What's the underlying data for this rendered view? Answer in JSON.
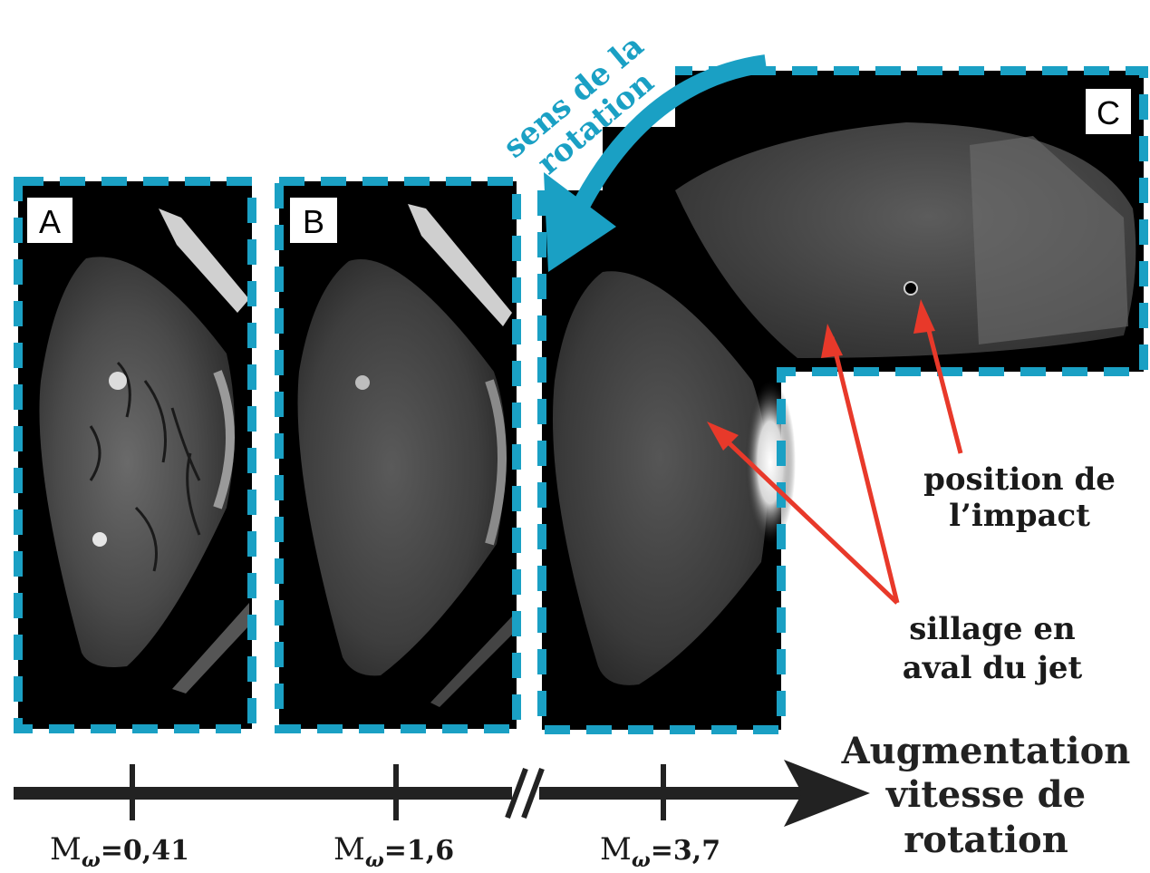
{
  "colors": {
    "frame": "#1aa0c4",
    "arrow_red": "#e8392a",
    "rotation_arrow": "#1aa0c4",
    "axis": "#222222"
  },
  "panels": [
    {
      "letter": "A",
      "tick_label_main": "M",
      "tick_label_sub": "ω",
      "tick_label_value": "=0,41"
    },
    {
      "letter": "B",
      "tick_label_main": "M",
      "tick_label_sub": "ω",
      "tick_label_value": "=1,6"
    },
    {
      "letter": "C",
      "tick_label_main": "M",
      "tick_label_sub": "ω",
      "tick_label_value": "=3,7"
    }
  ],
  "rotation_label": {
    "line1": "sens de la",
    "line2": "rotation"
  },
  "axis_label": {
    "line1": "Augmentation",
    "line2": "vitesse de",
    "line3": "rotation"
  },
  "annotations": {
    "impact": {
      "line1": "position de",
      "line2": "l’impact"
    },
    "wake": {
      "line1": "sillage en",
      "line2": "aval du jet"
    }
  },
  "icons": {
    "axis_arrow": "arrow-right-icon",
    "axis_break": "axis-break-icon",
    "rotation_arrow": "curved-arrow-icon"
  }
}
